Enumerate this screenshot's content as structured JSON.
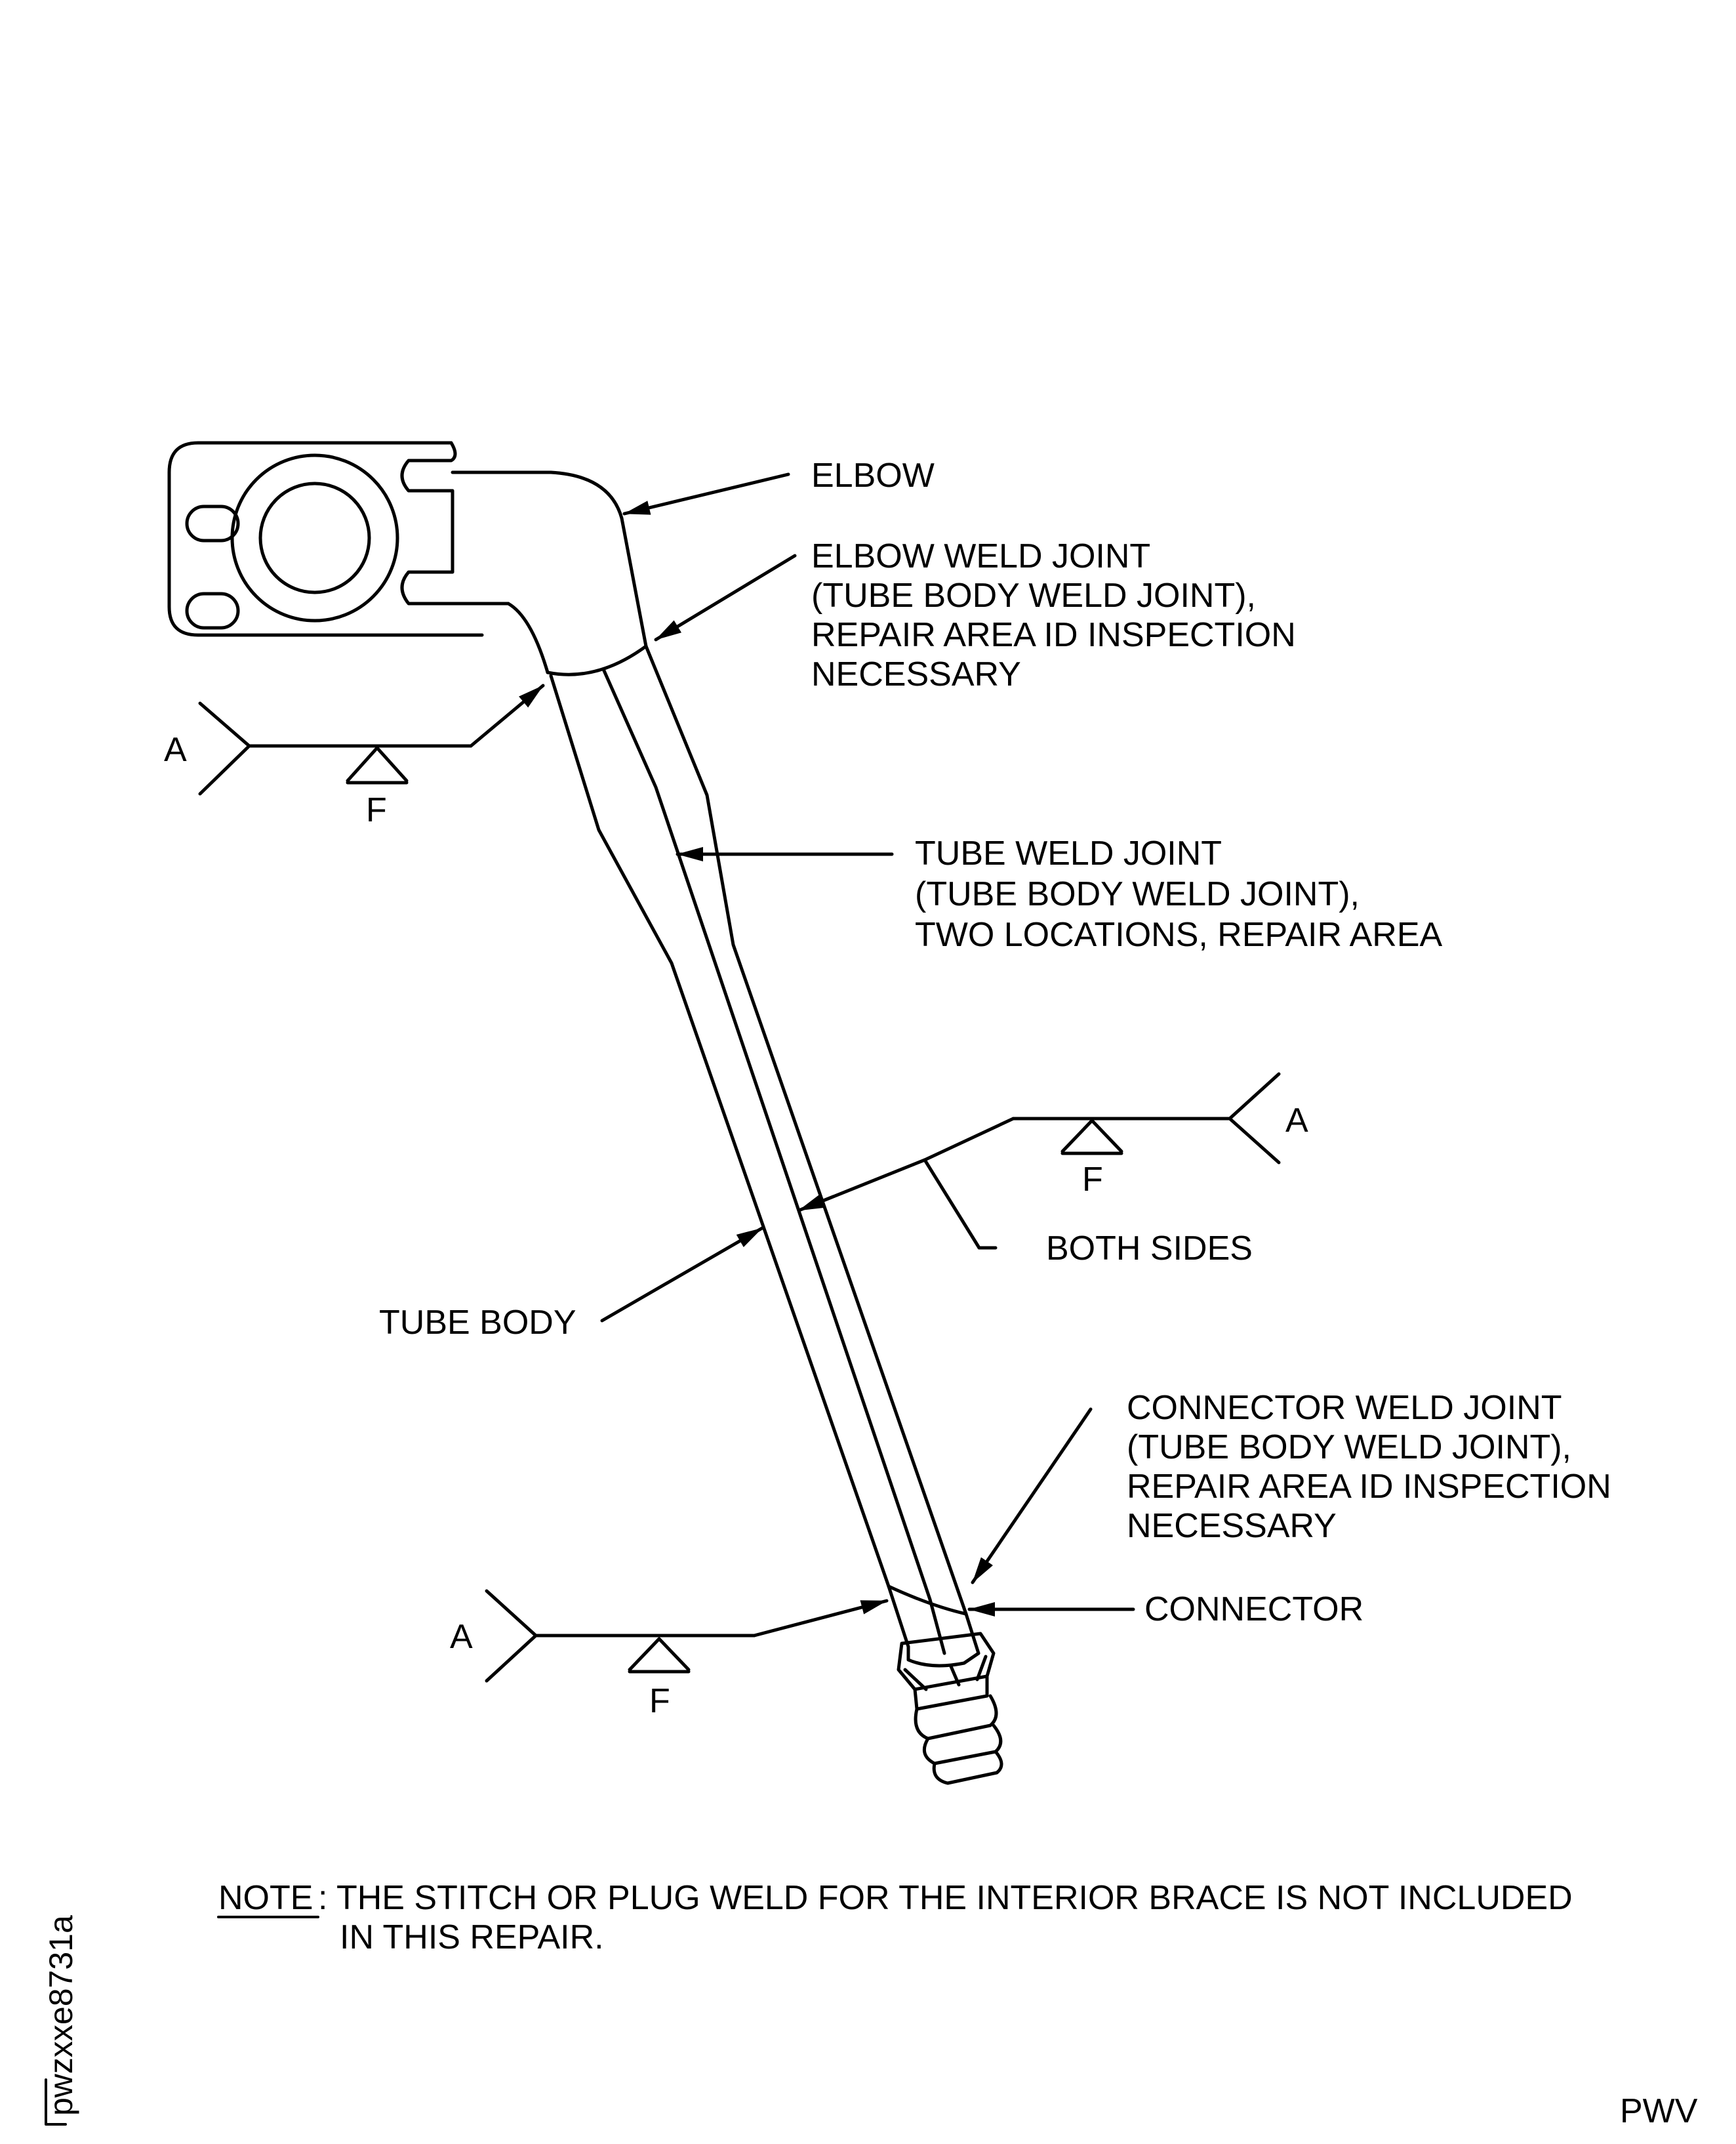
{
  "labels": {
    "elbow": "ELBOW",
    "elbow_weld": [
      "ELBOW WELD JOINT",
      "(TUBE BODY WELD JOINT),",
      "REPAIR AREA ID INSPECTION",
      "NECESSARY"
    ],
    "tube_weld": [
      "TUBE WELD JOINT",
      "(TUBE BODY WELD JOINT),",
      "TWO LOCATIONS, REPAIR AREA"
    ],
    "both_sides": "BOTH SIDES",
    "tube_body": "TUBE BODY",
    "connector_weld": [
      "CONNECTOR WELD JOINT",
      "(TUBE BODY WELD JOINT),",
      "REPAIR AREA ID INSPECTION",
      "NECESSARY"
    ],
    "connector": "CONNECTOR"
  },
  "weld_symbols": [
    {
      "tail": "A",
      "symbol": "F"
    },
    {
      "tail": "A",
      "symbol": "F"
    },
    {
      "tail": "A",
      "symbol": "F"
    }
  ],
  "note": {
    "keyword": "NOTE",
    "line1": ": THE STITCH OR PLUG WELD FOR THE INTERIOR BRACE IS NOT INCLUDED",
    "line2": "IN THIS REPAIR."
  },
  "figure_id": "pwzxxe8731a",
  "footer_code": "PWV"
}
